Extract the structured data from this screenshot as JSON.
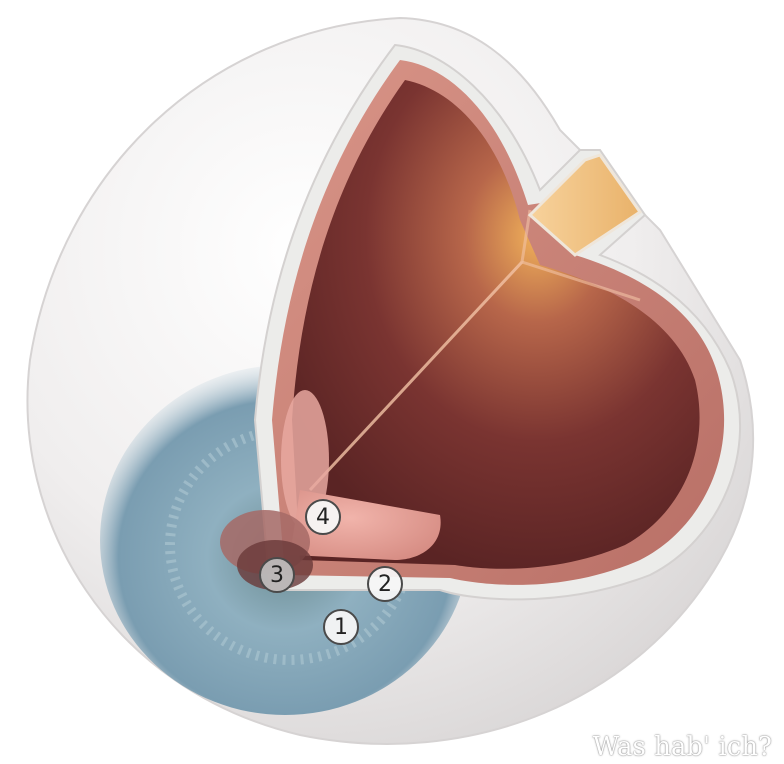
{
  "diagram": {
    "markers": [
      {
        "label": "1",
        "tone": "light"
      },
      {
        "label": "2",
        "tone": "light"
      },
      {
        "label": "3",
        "tone": "dark"
      },
      {
        "label": "4",
        "tone": "light"
      }
    ],
    "watermark": "Was hab' ich?"
  },
  "colors": {
    "sclera": "#f1efef",
    "iris": "#7fa3b6",
    "choroid": "#c98a7f",
    "interior": "#6e2d2a",
    "macula_glow": "#e8a84a",
    "optic_nerve": "#f2c583"
  }
}
